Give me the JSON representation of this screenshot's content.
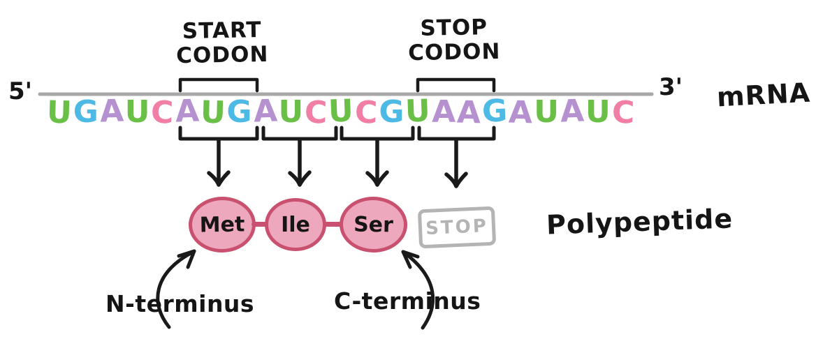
{
  "diagram": {
    "mrna": {
      "five_prime_label": "5'",
      "three_prime_label": "3'",
      "strand_label": "mRNA",
      "sequence": "UGAUCAUGAUCUCGUAAGAUAUC",
      "base_colors": {
        "U": "#6abf47",
        "G": "#4db9e5",
        "A": "#b691d0",
        "C": "#f17ea4"
      },
      "line_color": "#a8a8a8"
    },
    "annotations": {
      "start_codon_line1": "START",
      "start_codon_line2": "CODON",
      "stop_codon_line1": "STOP",
      "stop_codon_line2": "CODON"
    },
    "polypeptide": {
      "label": "Polypeptide",
      "residues": [
        "Met",
        "Ile",
        "Ser"
      ],
      "stop_box_label": "STOP",
      "n_terminus_label": "N-terminus",
      "c_terminus_label": "C-terminus",
      "residue_fill": "#eea8be",
      "residue_stroke": "#c9516f",
      "stop_box_color": "#b4b4b4"
    }
  }
}
